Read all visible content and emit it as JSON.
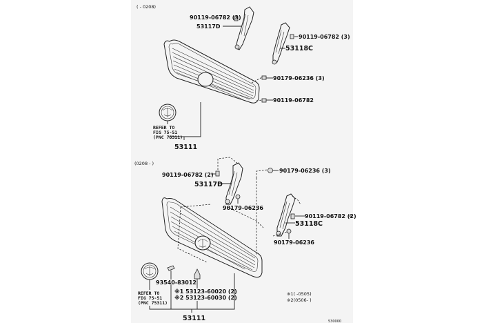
{
  "diagram": {
    "type": "parts exploded view",
    "subject": "Radiator grille",
    "section_top": {
      "date_range": "(     - 0208)",
      "callouts": [
        {
          "part_no": "90119-06782 (3)"
        },
        {
          "part_no": "53117D"
        },
        {
          "part_no": "90119-06782 (3)"
        },
        {
          "part_no": "53118C"
        },
        {
          "part_no": "90179-06236 (3)"
        },
        {
          "part_no": "90119-06782"
        }
      ],
      "refer_note": [
        "REFER TO",
        "FIG 75-51",
        "(PNC 75311)"
      ],
      "assembly": "53111"
    },
    "section_bottom": {
      "date_range": "(0208 -      )",
      "callouts": [
        {
          "part_no": "90119-06782 (2)"
        },
        {
          "part_no": "53117D"
        },
        {
          "part_no": "90179-06236 (3)"
        },
        {
          "part_no": "90179-06236"
        },
        {
          "part_no": "90119-06782 (2)"
        },
        {
          "part_no": "53118C"
        },
        {
          "part_no": "90179-06236"
        },
        {
          "part_no": "93540-83012"
        },
        {
          "part_no": "※1 53123-60020 (2)"
        },
        {
          "part_no": "※2 53123-60030 (2)"
        }
      ],
      "refer_note": [
        "REFER TO",
        "FIG 75-51",
        "(PNC 75311)"
      ],
      "assembly": "53111",
      "footnotes": [
        "※1(      -0505)",
        "※2(0506-      )"
      ]
    },
    "figure_code": "530000"
  }
}
